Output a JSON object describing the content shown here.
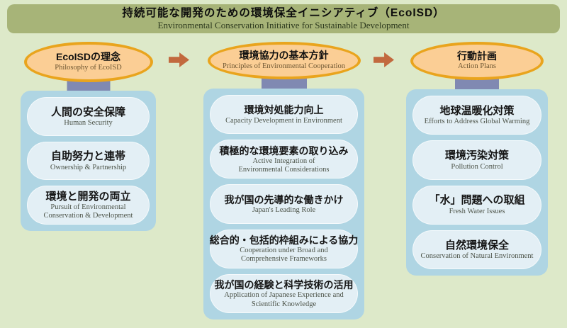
{
  "banner": {
    "title_jp": "持続可能な開発のための環境保全イニシアティブ（EcoISD）",
    "title_en": "Environmental Conservation Initiative for Sustainable Development"
  },
  "columns": [
    {
      "id": "philosophy",
      "header_jp": "EcoISDの理念",
      "header_en": "Philosophy of EcoISD",
      "items": [
        {
          "jp": "人間の安全保障",
          "en": "Human Security"
        },
        {
          "jp": "自助努力と連帯",
          "en": "Ownership & Partnership"
        },
        {
          "jp": "環境と開発の両立",
          "en": "Pursuit of Environmental\nConservation & Development"
        }
      ]
    },
    {
      "id": "principles",
      "header_jp": "環境協力の基本方針",
      "header_en": "Principles of Environmental Cooperation",
      "items": [
        {
          "jp": "環境対処能力向上",
          "en": "Capacity Development in Environment"
        },
        {
          "jp": "積極的な環境要素の取り込み",
          "en": "Active Integration of\nEnvironmental Considerations"
        },
        {
          "jp": "我が国の先導的な働きかけ",
          "en": "Japan's Leading Role"
        },
        {
          "jp": "総合的・包括的枠組みによる協力",
          "en": "Cooperation under Broad and\nComprehensive Frameworks"
        },
        {
          "jp": "我が国の経験と科学技術の活用",
          "en": "Application of Japanese Experience and\nScientific Knowledge"
        }
      ]
    },
    {
      "id": "action-plans",
      "header_jp": "行動計画",
      "header_en": "Action Plans",
      "items": [
        {
          "jp": "地球温暖化対策",
          "en": "Efforts to Address Global Warming"
        },
        {
          "jp": "環境汚染対策",
          "en": "Pollution Control"
        },
        {
          "jp": "「水」問題への取組",
          "en": "Fresh Water Issues"
        },
        {
          "jp": "自然環境保全",
          "en": "Conservation of Natural Environment"
        }
      ]
    }
  ],
  "icons": {
    "flow_arrow": "block-right-arrow"
  },
  "colors": {
    "background": "#dde9c9",
    "banner": "#a7b478",
    "oval_fill": "#fbce95",
    "oval_border": "#e9a41d",
    "connector": "#8089b2",
    "panel": "#afd5e3",
    "pill": "#e3eff5",
    "arrow": "#c2693e"
  }
}
